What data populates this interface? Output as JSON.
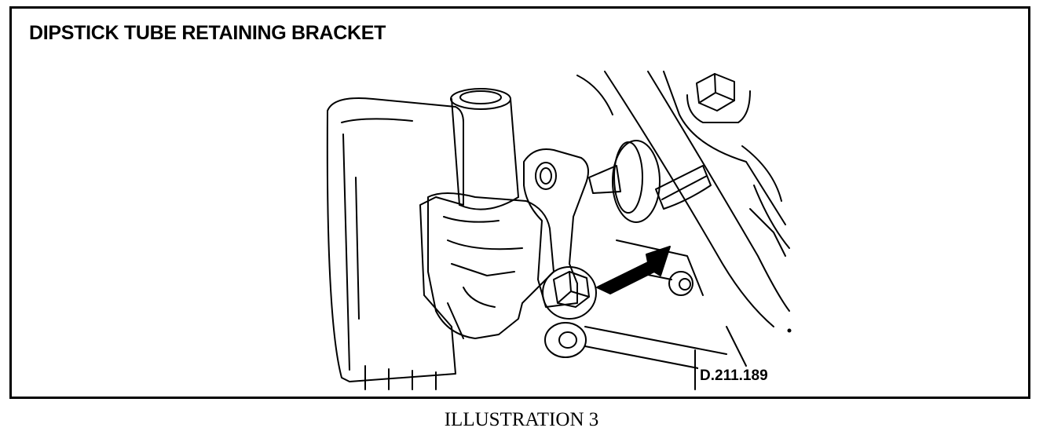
{
  "figure": {
    "title": "DIPSTICK TUBE RETAINING BRACKET",
    "reference_code": "D.211.189",
    "caption": "ILLUSTRATION 3"
  },
  "drawing": {
    "subject": "engine dipstick tube retaining bracket with bolt",
    "icons": [
      "arrow-icon",
      "bolt-icon",
      "tube-clip-icon"
    ]
  }
}
